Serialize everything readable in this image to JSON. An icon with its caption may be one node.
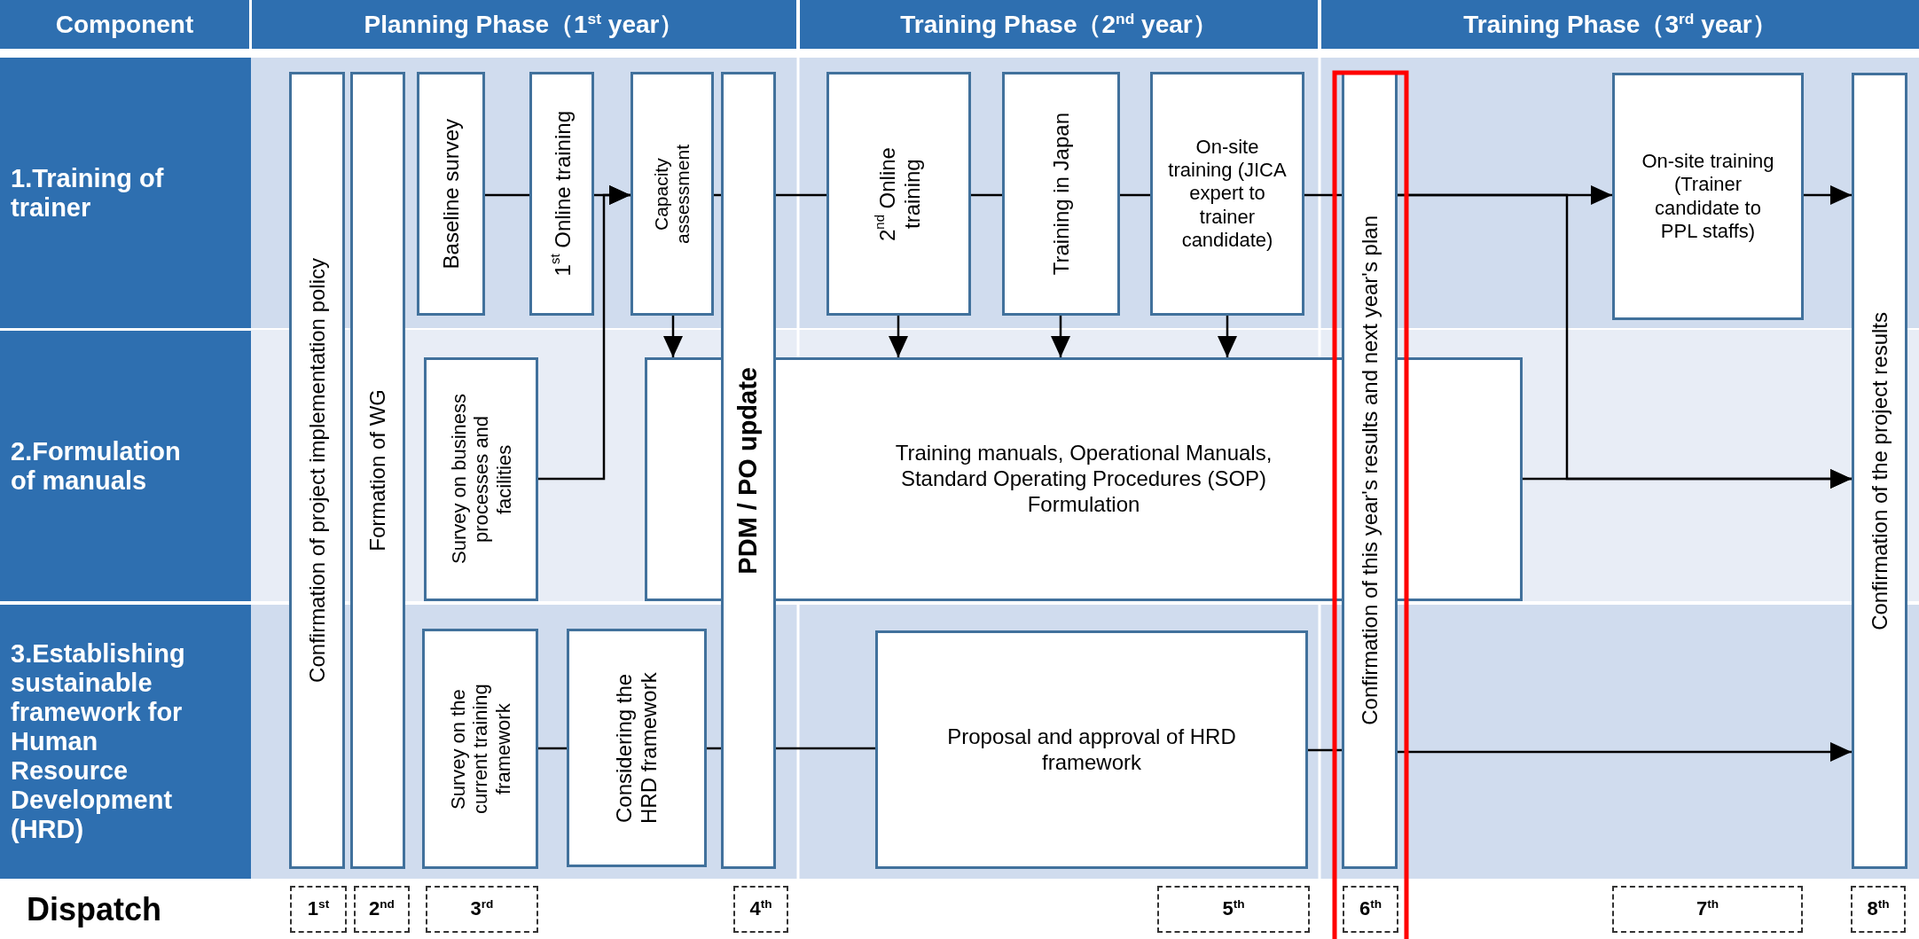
{
  "diagram": {
    "nodes": [
      {
        "text": [
          "Component"
        ]
      },
      {
        "text": [
          "Planning Phase（1$^{st}$ year）"
        ]
      },
      {
        "text": [
          "Training Phase（2$^{nd}$ year）"
        ]
      },
      {
        "text": [
          "Training Phase（3$^{rd}$ year）"
        ]
      },
      {
        "text": [
          "1.Training of trainer"
        ]
      },
      {
        "text": [
          "2.Formulation of manuals"
        ]
      },
      {
        "text": [
          "3.Establishing sustainable framework for Human Resource Development (HRD)"
        ]
      },
      {
        "text": [
          "Confirmation of project implementation policy"
        ]
      },
      {
        "text": [
          "Formation of WG"
        ]
      },
      {
        "text": [
          "Baseline survey"
        ]
      },
      {
        "text": [
          "1$^{st}$ Online training"
        ]
      },
      {
        "text": [
          "Capacity assessment"
        ]
      },
      {
        "text": [
          "PDM / PO update"
        ]
      },
      {
        "text": [
          "2$^{nd}$ Online training"
        ]
      },
      {
        "text": [
          "Training in Japan"
        ]
      },
      {
        "text": [
          "On-site training (JICA expert to trainer candidate)"
        ]
      },
      {
        "text": [
          "Confirmation of this year's results and next year's plan"
        ]
      },
      {
        "text": [
          "On-site training (Trainer candidate to PPL staffs)"
        ]
      },
      {
        "text": [
          "Confirmation of the project results"
        ]
      },
      {
        "text": [
          "Survey on business processes and facilities"
        ]
      },
      {
        "text": [
          "Training manuals, Operational Manuals, Standard Operating Procedures (SOP) Formulation"
        ]
      },
      {
        "text": [
          "Survey on the current training framework"
        ]
      },
      {
        "text": [
          "Considering the HRD framework"
        ]
      },
      {
        "text": [
          "Proposal and approval of HRD framework"
        ]
      },
      {
        "text": [
          "1$^{st}$"
        ]
      },
      {
        "text": [
          "2$^{nd}$"
        ]
      },
      {
        "text": [
          "3$^{rd}$"
        ]
      },
      {
        "text": [
          "4$^{th}$"
        ]
      },
      {
        "text": [
          "5$^{th}$"
        ]
      },
      {
        "text": [
          "6$^{th}$"
        ]
      },
      {
        "text": [
          "7$^{th}$"
        ]
      },
      {
        "text": [
          "8$^{th}$"
        ]
      }
    ],
    "edges": [
      {
        "from": 9,
        "to": 10,
        "arrow": "none"
      },
      {
        "from": 10,
        "to": 11,
        "arrow": "to"
      },
      {
        "from": 19,
        "to": 11,
        "arrow": "to"
      },
      {
        "from": 11,
        "to": 20,
        "arrow": "to"
      },
      {
        "from": 11,
        "to": 12,
        "arrow": "none"
      },
      {
        "from": 12,
        "to": 13,
        "arrow": "none"
      },
      {
        "from": 13,
        "to": 14,
        "arrow": "none"
      },
      {
        "from": 14,
        "to": 15,
        "arrow": "none"
      },
      {
        "from": 15,
        "to": 16,
        "arrow": "none"
      },
      {
        "from": 16,
        "to": 17,
        "arrow": "to"
      },
      {
        "from": 17,
        "to": 18,
        "arrow": "to"
      },
      {
        "from": 13,
        "to": 20,
        "arrow": "to"
      },
      {
        "from": 14,
        "to": 20,
        "arrow": "to"
      },
      {
        "from": 15,
        "to": 20,
        "arrow": "to"
      },
      {
        "from": 16,
        "to": 18,
        "arrow": "to"
      },
      {
        "from": 20,
        "to": 18,
        "arrow": "to"
      },
      {
        "from": 21,
        "to": 22,
        "arrow": "none"
      },
      {
        "from": 22,
        "to": 12,
        "arrow": "none"
      },
      {
        "from": 12,
        "to": 23,
        "arrow": "none"
      },
      {
        "from": 23,
        "to": 16,
        "arrow": "none"
      },
      {
        "from": 16,
        "to": 18,
        "arrow": "to"
      }
    ],
    "labels": [
      "Dispatch"
    ]
  }
}
